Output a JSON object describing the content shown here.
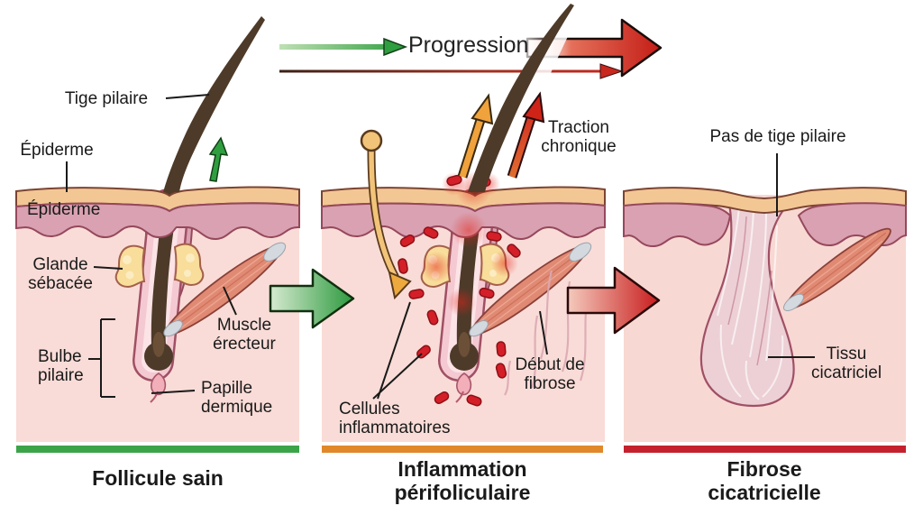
{
  "figure": {
    "progression_label": "Progression"
  },
  "panel_healthy": {
    "caption": "Follicule sain",
    "bar_color": "#3ba449",
    "labels": {
      "tige_pilaire": "Tige pilaire",
      "epiderme_surface": "Épiderme",
      "epiderme_layer": "Épiderme",
      "glande_sebacee": "Glande\nsébacée",
      "muscle_erecteur": "Muscle\nérecteur",
      "bulbe_pilaire": "Bulbe\npilaire",
      "papille_dermique": "Papille\ndermique"
    }
  },
  "panel_inflammation": {
    "caption": "Inflammation\npérifoliculaire",
    "bar_color": "#e0882a",
    "labels": {
      "traction_chronique": "Traction\nchronique",
      "debut_fibrose": "Début de\nfibrose",
      "cellules_inflammatoires": "Cellules\ninflammatoires"
    }
  },
  "panel_fibrosis": {
    "caption": "Fibrose\ncicatricielle",
    "bar_color": "#c5202e",
    "labels": {
      "pas_de_tige_pilaire": "Pas de tige pilaire",
      "tissu_cicatriciel": "Tissu\ncicatriciel"
    }
  },
  "colors": {
    "progression_green": "#2f9e3f",
    "progression_red": "#cf221c",
    "inflammatory_cell": "#d41f28",
    "skin_epidermis": "#f3c794",
    "skin_mauve": "#d9a1b1",
    "skin_dermis": "#f9dcd7",
    "scar_tissue": "#ecd0d6",
    "text": "#1a1a1a"
  }
}
